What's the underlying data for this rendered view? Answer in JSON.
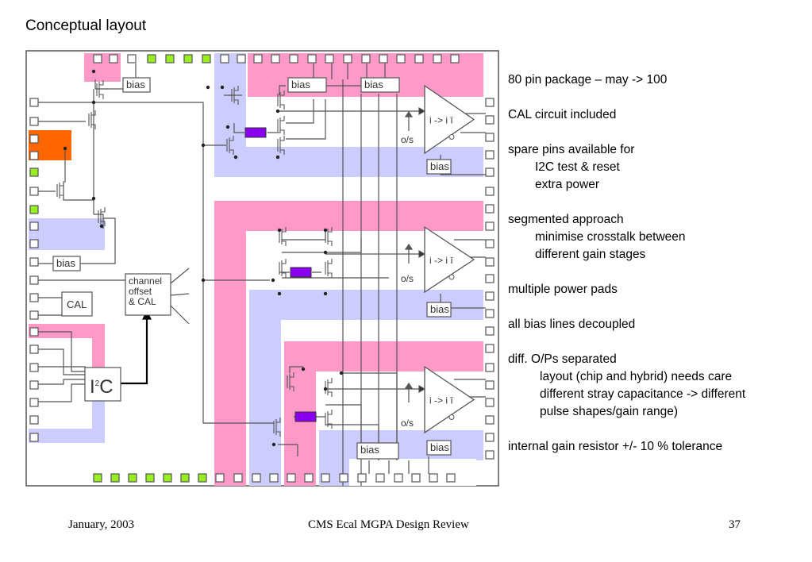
{
  "slide": {
    "title": "Conceptual layout"
  },
  "diagram": {
    "labels": {
      "bias": "bias",
      "channel_offset_line1": "channel",
      "channel_offset_line2": "offset",
      "channel_offset_line3": "& CAL",
      "cal": "CAL",
      "i2c_main": "I",
      "i2c_sup": "2",
      "i2c_tail": "C",
      "amp": "i -> i ī",
      "os": "o/s"
    },
    "colors": {
      "pink": "#ff99c8",
      "lavender": "#ccccff",
      "orange": "#ff6600",
      "green_pad": "#99ee22",
      "resistor": "#8800ee",
      "wire": "#555555"
    }
  },
  "bullets": [
    {
      "level": 0,
      "text": "80 pin package – may -> 100"
    },
    {
      "level": -1
    },
    {
      "level": 0,
      "text": "CAL circuit included"
    },
    {
      "level": -1
    },
    {
      "level": 0,
      "text": "spare pins available for"
    },
    {
      "level": 1,
      "text": "I2C test & reset"
    },
    {
      "level": 1,
      "text": "extra power"
    },
    {
      "level": -1
    },
    {
      "level": 0,
      "text": "segmented approach"
    },
    {
      "level": 1,
      "text": "minimise crosstalk between"
    },
    {
      "level": 1,
      "text": "different gain stages"
    },
    {
      "level": -1
    },
    {
      "level": 0,
      "text": "multiple power pads"
    },
    {
      "level": -1
    },
    {
      "level": 0,
      "text": "all bias lines decoupled"
    },
    {
      "level": -1
    },
    {
      "level": 0,
      "text": "diff. O/Ps separated"
    },
    {
      "level": 2,
      "text": "layout (chip and hybrid) needs care"
    },
    {
      "level": 2,
      "text": "different stray capacitance -> different"
    },
    {
      "level": 2,
      "text": "pulse shapes/gain range)"
    },
    {
      "level": -1
    },
    {
      "level": 0,
      "text": "internal gain resistor +/- 10 % tolerance"
    }
  ],
  "footer": {
    "date": "January, 2003",
    "title": "CMS Ecal MGPA Design Review",
    "page": "37"
  }
}
